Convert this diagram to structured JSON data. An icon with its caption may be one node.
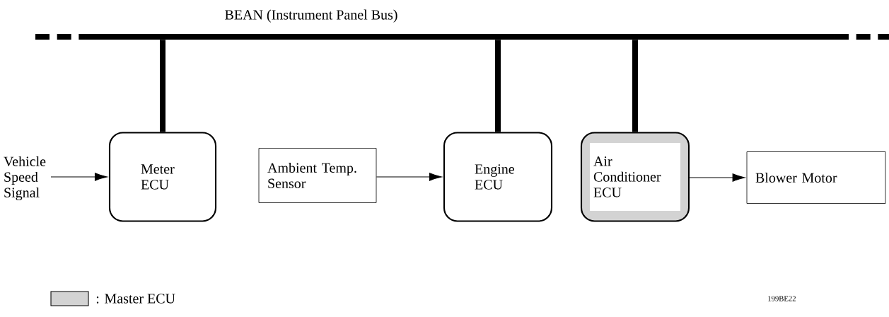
{
  "diagram": {
    "nodes": [
      {
        "text": [
          "BEAN (Instrument Panel Bus)"
        ]
      },
      {
        "text": [
          "Vehicle Speed Signal"
        ]
      },
      {
        "text": [
          "Meter ECU"
        ]
      },
      {
        "text": [
          "Ambient Temp. Sensor"
        ]
      },
      {
        "text": [
          "Engine ECU"
        ]
      },
      {
        "text": [
          "Air Conditioner ECU"
        ]
      },
      {
        "text": [
          "Blower Motor"
        ]
      }
    ],
    "edges": [
      {
        "from": 0,
        "to": 2,
        "arrow": "none",
        "style": "thick"
      },
      {
        "from": 0,
        "to": 4,
        "arrow": "none",
        "style": "thick"
      },
      {
        "from": 0,
        "to": 5,
        "arrow": "none",
        "style": "thick"
      },
      {
        "from": 1,
        "to": 2,
        "arrow": "to"
      },
      {
        "from": 3,
        "to": 4,
        "arrow": "to"
      },
      {
        "from": 5,
        "to": 6,
        "arrow": "to"
      }
    ],
    "labels": [
      "199BE22"
    ],
    "legend": [
      {
        "text": ": Master ECU",
        "color": "#d3d3d3"
      }
    ]
  }
}
